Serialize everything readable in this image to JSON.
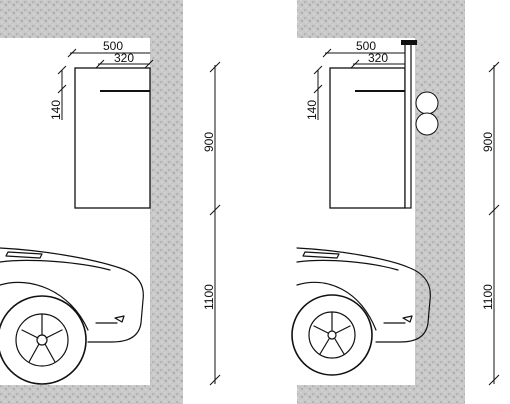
{
  "diagrams": [
    {
      "id": "left",
      "dims": {
        "width_outer": "500",
        "width_inner": "320",
        "depth_handle": "140",
        "height_upper": "900",
        "height_lower": "1100"
      },
      "has_pipe": false,
      "has_circles": false
    },
    {
      "id": "right",
      "dims": {
        "width_outer": "500",
        "width_inner": "320",
        "depth_handle": "140",
        "height_upper": "900",
        "height_lower": "1100"
      },
      "has_pipe": true,
      "has_circles": true
    }
  ],
  "colors": {
    "concrete": "#c8c8c8",
    "ink": "#111111"
  }
}
